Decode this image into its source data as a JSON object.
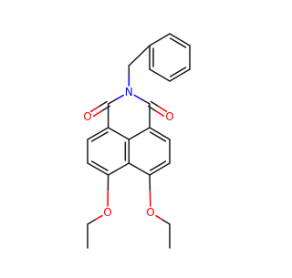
{
  "colors": {
    "bond": "#1a1a1a",
    "oxygen": "#ff0000",
    "nitrogen": "#0000ff",
    "background": "#ffffff"
  },
  "atoms": {
    "N": "N",
    "O_left": "O",
    "O_right": "O",
    "O_ether_left": "O",
    "O_ether_right": "O"
  }
}
